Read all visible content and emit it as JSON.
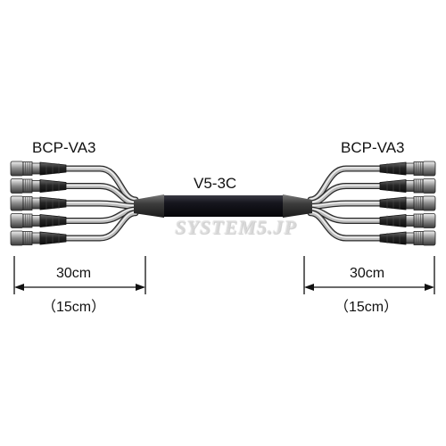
{
  "labels": {
    "left_connector": "BCP-VA3",
    "right_connector": "BCP-VA3",
    "cable": "V5-3C",
    "left_length": "30cm",
    "left_length_alt": "（15cm）",
    "right_length": "30cm",
    "right_length_alt": "（15cm）"
  },
  "watermark": "SYSTEM5.JP",
  "connectors_per_side": 5,
  "colors": {
    "trunk": "#1b1b24",
    "sleeve": "#3a3a3a",
    "lines": "#111111"
  }
}
